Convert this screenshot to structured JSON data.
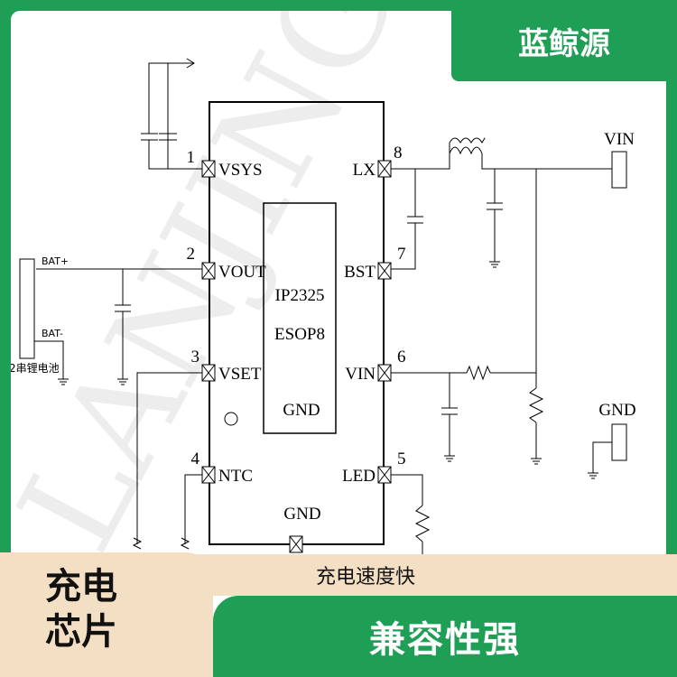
{
  "brand": "蓝鲸源",
  "chip": {
    "name": "IP2325",
    "package": "ESOP8",
    "center_gnd": "GND",
    "bottom_gnd": "GND",
    "pins": [
      {
        "num": "1",
        "label": "VSYS"
      },
      {
        "num": "2",
        "label": "VOUT"
      },
      {
        "num": "3",
        "label": "VSET"
      },
      {
        "num": "4",
        "label": "NTC"
      },
      {
        "num": "8",
        "label": "LX"
      },
      {
        "num": "7",
        "label": "BST"
      },
      {
        "num": "6",
        "label": "VIN"
      },
      {
        "num": "5",
        "label": "LED"
      }
    ]
  },
  "connectors": {
    "vin": "VIN",
    "gnd": "GND"
  },
  "battery": {
    "plus": "BAT+",
    "minus": "BAT-",
    "label": "2串锂电池"
  },
  "watermark": "LANJINGYUAN",
  "banners": {
    "left_line1": "充电",
    "left_line2": "芯片",
    "beige": "充电速度快",
    "green": "兼容性强"
  },
  "colors": {
    "green": "#1f9e55",
    "beige": "#f3dfc4"
  }
}
